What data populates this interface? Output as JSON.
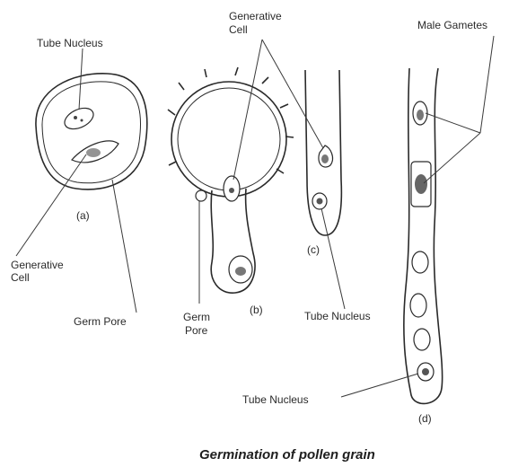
{
  "labels": {
    "tube_nucleus_a": "Tube Nucleus",
    "generative_cell_a_line1": "Generative",
    "generative_cell_a_line2": "Cell",
    "panel_a": "(a)",
    "germ_pore_a": "Germ Pore",
    "generative_cell_top_line1": "Generative",
    "generative_cell_top_line2": "Cell",
    "germ_pore_b_line1": "Germ",
    "germ_pore_b_line2": "Pore",
    "panel_b": "(b)",
    "panel_c": "(c)",
    "tube_nucleus_c": "Tube Nucleus",
    "male_gametes": "Male Gametes",
    "tube_nucleus_d": "Tube Nucleus",
    "panel_d": "(d)"
  },
  "caption": "Germination of pollen grain",
  "colors": {
    "ink": "#2a2a2a",
    "stipple": "#555555",
    "background": "#ffffff"
  }
}
